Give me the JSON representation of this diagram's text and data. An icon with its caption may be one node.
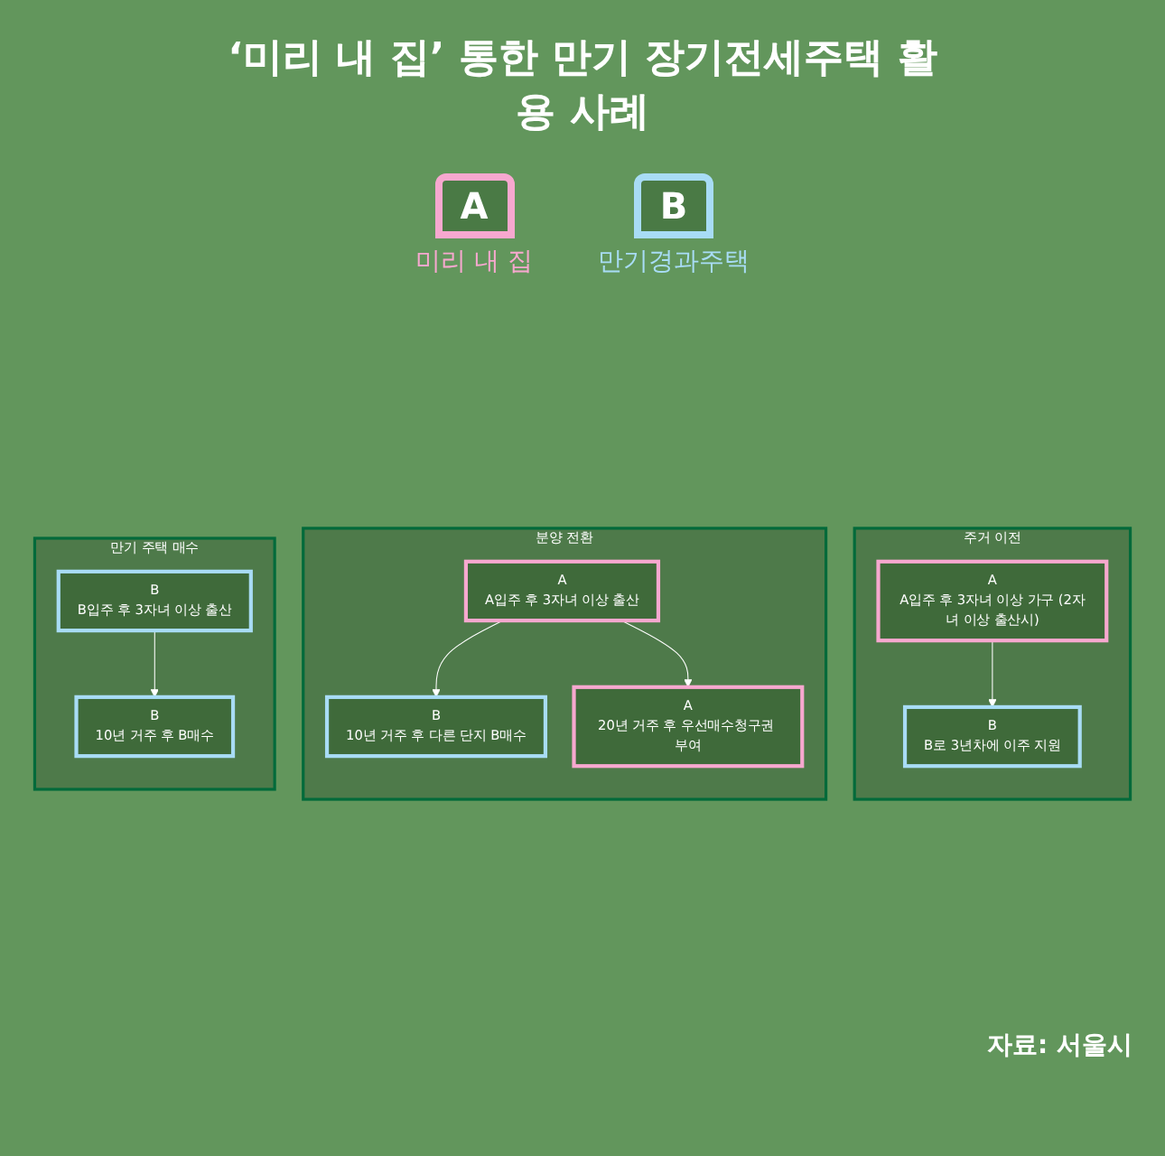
{
  "diagram": {
    "title": "‘미리 내 집’ 통한 만기 장기전세주택 활용 사례",
    "nodes": [
      {
        "text": [
          "주거 이전"
        ]
      },
      {
        "text": [
          "A",
          "A입주 후 3자녀 이상 가구 (2자녀 이상 출산시)"
        ],
        "in": 0
      },
      {
        "text": [
          "B",
          "B로 3년차에 이주 지원"
        ],
        "in": 0
      },
      {
        "text": [
          "분양 전환"
        ]
      },
      {
        "text": [
          "A",
          "A입주 후 3자녀 이상 출산"
        ],
        "in": 3
      },
      {
        "text": [
          "B",
          "10년 거주 후 다른 단지 B매수"
        ],
        "in": 3
      },
      {
        "text": [
          "A",
          "20년 거주 후 우선매수청구권 부여"
        ],
        "in": 3
      },
      {
        "text": [
          "만기 주택 매수"
        ]
      },
      {
        "text": [
          "B",
          "B입주 후 3자녀 이상 출산"
        ],
        "in": 7
      },
      {
        "text": [
          "B",
          "10년 거주 후 B매수"
        ],
        "in": 7
      }
    ],
    "edges": [
      {
        "from": 1,
        "to": 2,
        "arrow": "to"
      },
      {
        "from": 4,
        "to": 5,
        "arrow": "to"
      },
      {
        "from": 4,
        "to": 6,
        "arrow": "to"
      },
      {
        "from": 8,
        "to": 9,
        "arrow": "to"
      }
    ],
    "labels": [
      "A",
      "B",
      "자료: 서울시"
    ],
    "legend": [
      {
        "text": "미리 내 집",
        "color": "#f7a8cf"
      },
      {
        "text": "만기경과주택",
        "color": "#a8dcf5"
      }
    ]
  }
}
